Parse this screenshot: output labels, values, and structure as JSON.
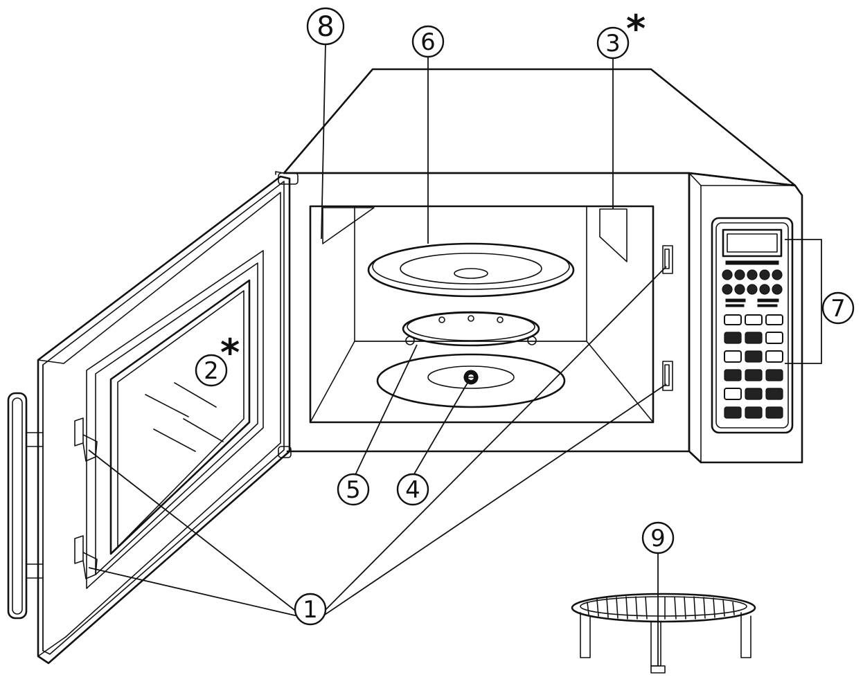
{
  "callouts": [
    {
      "id": "1",
      "label": "1"
    },
    {
      "id": "2",
      "label": "2",
      "star": "*"
    },
    {
      "id": "3",
      "label": "3",
      "star": "*"
    },
    {
      "id": "4",
      "label": "4"
    },
    {
      "id": "5",
      "label": "5"
    },
    {
      "id": "6",
      "label": "6"
    },
    {
      "id": "7",
      "label": "7"
    },
    {
      "id": "8",
      "label": "8"
    },
    {
      "id": "9",
      "label": "9"
    }
  ]
}
